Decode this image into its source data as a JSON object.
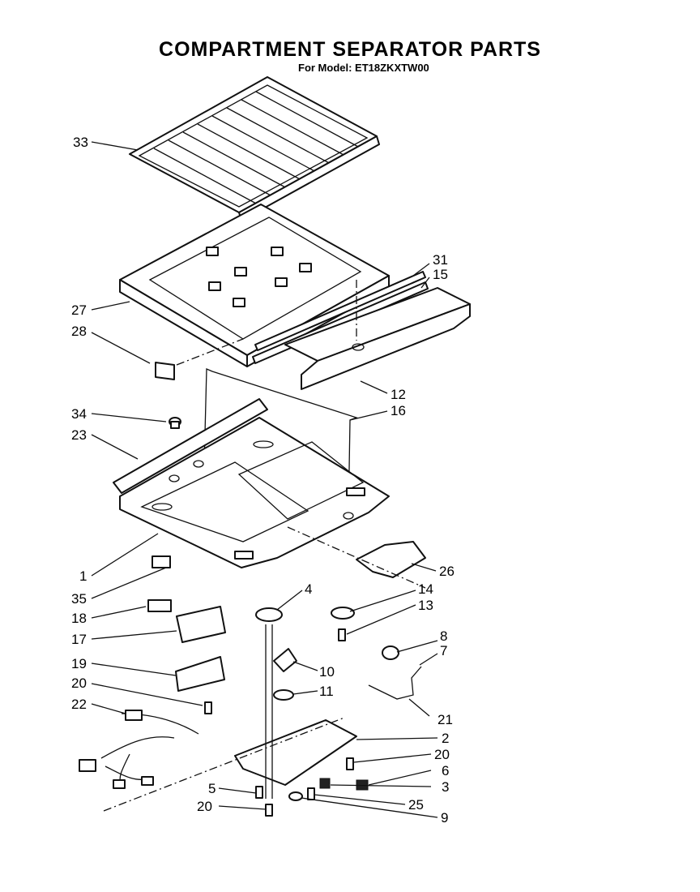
{
  "header": {
    "title": "COMPARTMENT SEPARATOR PARTS",
    "subtitle": "For Model: ET18ZKXTW00"
  },
  "callouts": [
    {
      "id": "c33",
      "text": "33"
    },
    {
      "id": "c31",
      "text": "31"
    },
    {
      "id": "c15",
      "text": "15"
    },
    {
      "id": "c27",
      "text": "27"
    },
    {
      "id": "c28",
      "text": "28"
    },
    {
      "id": "c12",
      "text": "12"
    },
    {
      "id": "c16",
      "text": "16"
    },
    {
      "id": "c34",
      "text": "34"
    },
    {
      "id": "c23",
      "text": "23"
    },
    {
      "id": "c1",
      "text": "1"
    },
    {
      "id": "c26",
      "text": "26"
    },
    {
      "id": "c35",
      "text": "35"
    },
    {
      "id": "c4",
      "text": "4"
    },
    {
      "id": "c14",
      "text": "14"
    },
    {
      "id": "c13",
      "text": "13"
    },
    {
      "id": "c18",
      "text": "18"
    },
    {
      "id": "c17",
      "text": "17"
    },
    {
      "id": "c8",
      "text": "8"
    },
    {
      "id": "c7",
      "text": "7"
    },
    {
      "id": "c19",
      "text": "19"
    },
    {
      "id": "c10",
      "text": "10"
    },
    {
      "id": "c11",
      "text": "11"
    },
    {
      "id": "c20a",
      "text": "20"
    },
    {
      "id": "c22",
      "text": "22"
    },
    {
      "id": "c21",
      "text": "21"
    },
    {
      "id": "c2",
      "text": "2"
    },
    {
      "id": "c20b",
      "text": "20"
    },
    {
      "id": "c6",
      "text": "6"
    },
    {
      "id": "c5",
      "text": "5"
    },
    {
      "id": "c3",
      "text": "3"
    },
    {
      "id": "c25",
      "text": "25"
    },
    {
      "id": "c20c",
      "text": "20"
    },
    {
      "id": "c9",
      "text": "9"
    }
  ]
}
